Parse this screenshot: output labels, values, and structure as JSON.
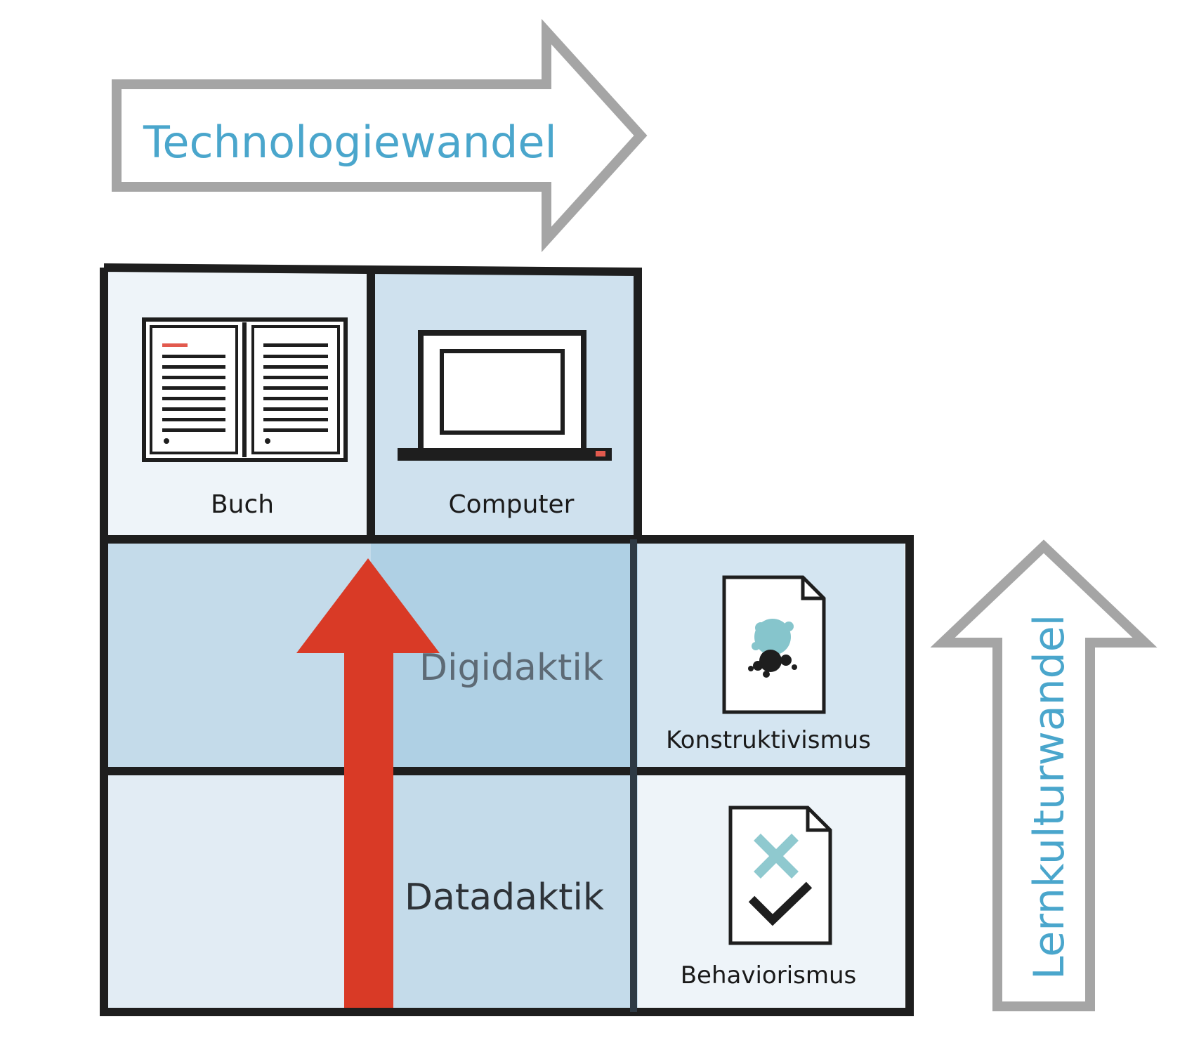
{
  "diagram": {
    "arrows": {
      "horizontal": {
        "label": "Technologiewandel",
        "direction": "right"
      },
      "vertical": {
        "label": "Lernkulturwandel",
        "direction": "up"
      },
      "highlight": {
        "direction": "up"
      }
    },
    "columns": [
      {
        "label": "Buch",
        "icon": "book-icon"
      },
      {
        "label": "Computer",
        "icon": "laptop-icon"
      }
    ],
    "rows": [
      {
        "label": "Konstruktivismus",
        "icon": "document-splash-icon"
      },
      {
        "label": "Behaviorismus",
        "icon": "document-check-cross-icon"
      }
    ],
    "cells": {
      "digital": "Digidaktik",
      "data": "Datadaktik"
    },
    "colors": {
      "arrow_outline": "#a5a5a5",
      "arrow_text": "#4aa6cc",
      "highlight_arrow": "#d93a26",
      "grid_border": "#1e1e1e",
      "cell_lightest": "#eef4f9",
      "cell_light": "#e2ecf4",
      "cell_mid": "#cfe1ee",
      "cell_dark": "#c4dbea",
      "cell_darkest": "#afd0e4",
      "text_dark": "#1a1a1a",
      "text_muted": "#5d6a75"
    }
  }
}
